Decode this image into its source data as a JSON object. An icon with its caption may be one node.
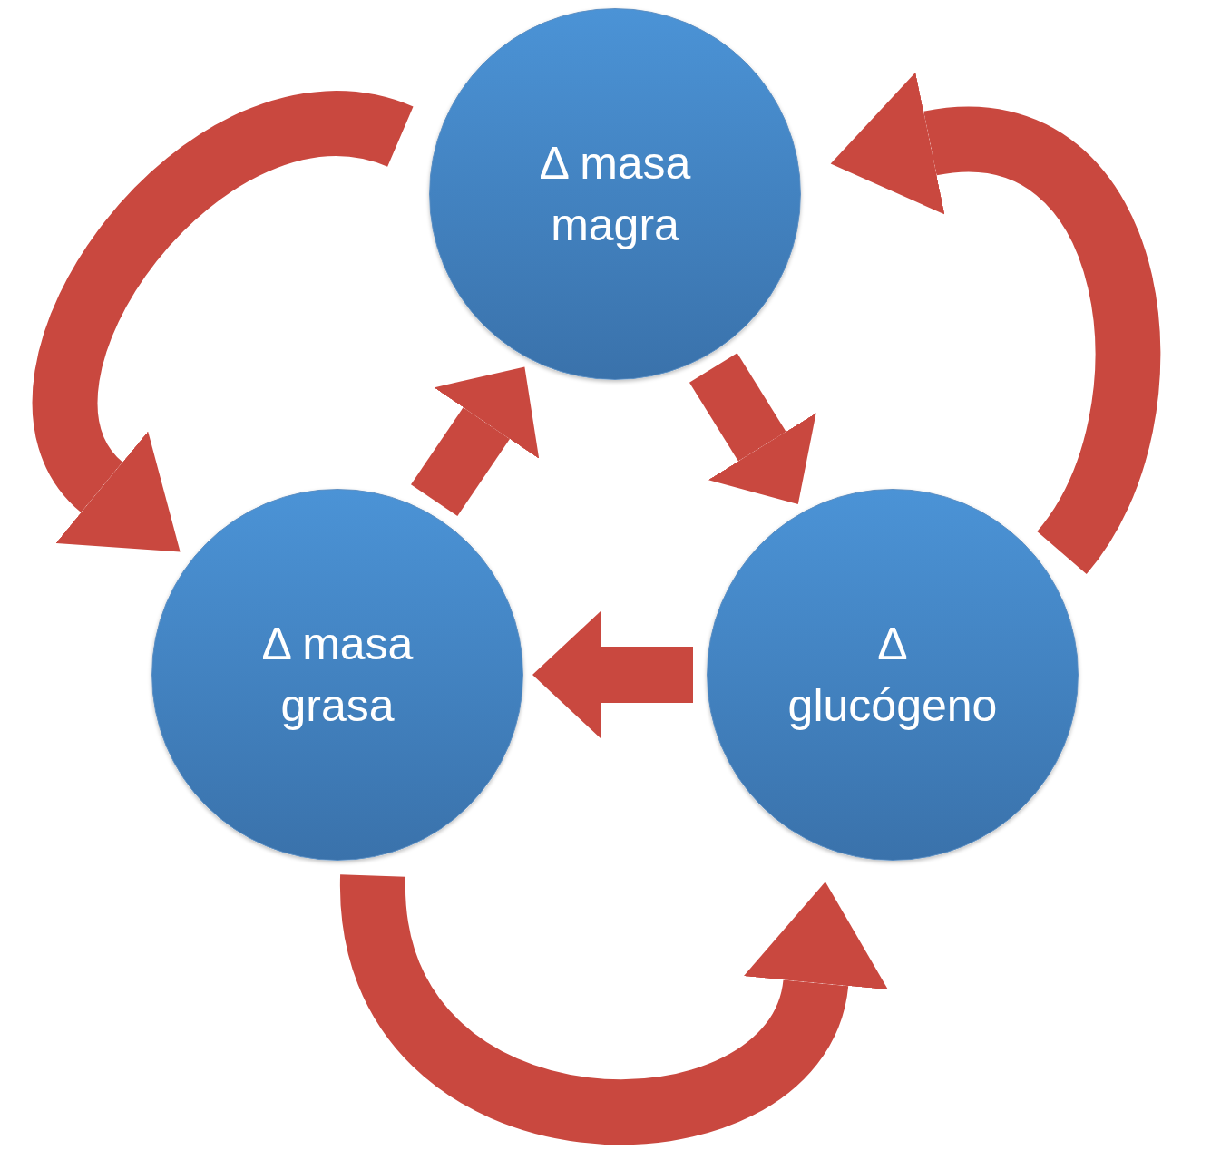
{
  "diagram": {
    "nodes": [
      {
        "text": [
          "Δ masa magra"
        ]
      },
      {
        "text": [
          "Δ masa grasa"
        ]
      },
      {
        "text": [
          "Δ glucógeno"
        ]
      }
    ],
    "edges": [
      {
        "from": 0,
        "to": 1,
        "arrow": "to"
      },
      {
        "from": 1,
        "to": 0,
        "arrow": "to"
      },
      {
        "from": 0,
        "to": 2,
        "arrow": "to"
      },
      {
        "from": 2,
        "to": 0,
        "arrow": "to"
      },
      {
        "from": 2,
        "to": 1,
        "arrow": "to"
      },
      {
        "from": 1,
        "to": 2,
        "arrow": "to"
      }
    ]
  }
}
